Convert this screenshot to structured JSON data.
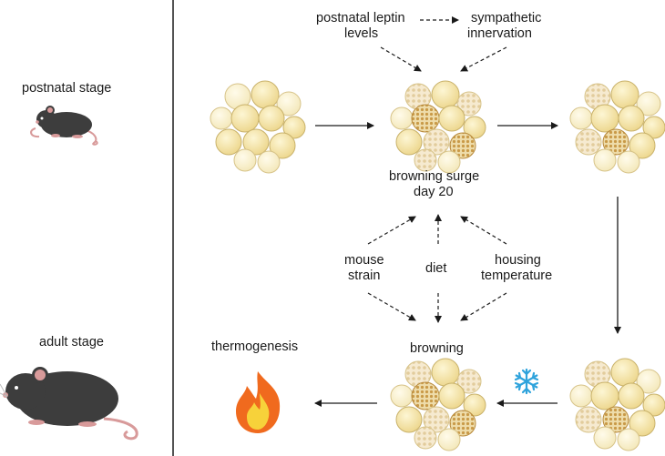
{
  "stages": {
    "postnatal": "postnatal stage",
    "adult": "adult stage"
  },
  "factors_top": {
    "leptin_line1": "postnatal leptin",
    "leptin_line2": "levels",
    "sympathetic_line1": "sympathetic",
    "sympathetic_line2": "innervation"
  },
  "center": {
    "surge_line1": "browning surge",
    "surge_line2": "day 20",
    "browning": "browning",
    "thermogenesis": "thermogenesis"
  },
  "factors_bottom": {
    "strain_line1": "mouse",
    "strain_line2": "strain",
    "diet": "diet",
    "housing_line1": "housing",
    "housing_line2": "temperature"
  },
  "colors": {
    "beige_cell": "#f5e7a8",
    "white_cell": "#fbf4d6",
    "brown_cell": "#d4a24e",
    "outline": "#c9b26b",
    "mouse": "#3d3d3d",
    "mouse_pink": "#d89a9a",
    "fire_outer": "#f06a1e",
    "fire_inner": "#f7d23a",
    "snowflake": "#2ea3dc",
    "arrow": "#1a1a1a"
  },
  "icons": [
    "postnatal-mouse-icon",
    "adult-mouse-icon",
    "fire-icon",
    "snowflake-icon",
    "adipose-cluster-icon"
  ]
}
